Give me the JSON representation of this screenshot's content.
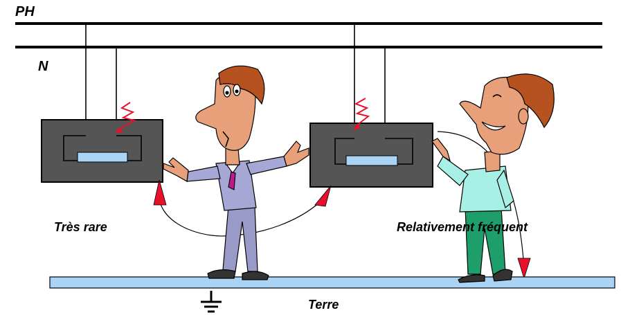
{
  "labels": {
    "phase": "PH",
    "neutral": "N",
    "left_case": "Très rare",
    "right_case": "Relativement fréquent",
    "ground": "Terre"
  },
  "colors": {
    "wire": "#000000",
    "appliance_body": "#555555",
    "heating_element": "#a9d4f5",
    "ground_plate": "#a9d4f5",
    "fault_spark": "#e8102a",
    "arrow_head": "#e8102a",
    "suit": "#a7a7d6",
    "tie": "#c0188a",
    "hair": "#b5521f",
    "skin": "#e8a07a",
    "shirt": "#a8f0e6",
    "trousers": "#1e9e6a"
  },
  "icons": {
    "ground_symbol": "earth-ground-icon",
    "fault": "lightning-spark-icon"
  }
}
